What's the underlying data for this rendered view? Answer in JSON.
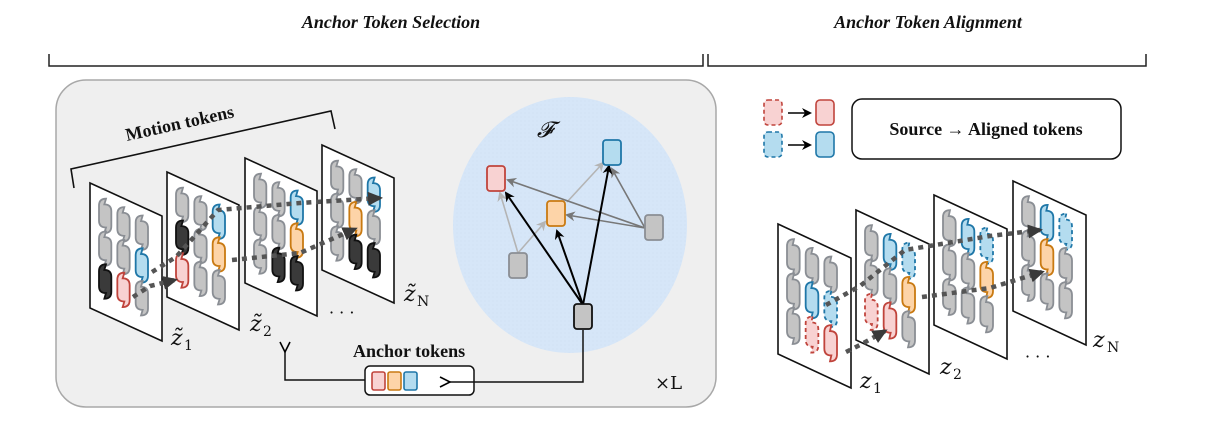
{
  "sections": {
    "selection_title": "Anchor Token Selection",
    "alignment_title": "Anchor Token Alignment"
  },
  "selection": {
    "motion_tokens_label": "Motion tokens",
    "anchor_tokens_label": "Anchor tokens",
    "repeat_label": "×L",
    "graph_label": "𝓕",
    "frame_labels": [
      {
        "base": "z̃",
        "sub": "1"
      },
      {
        "base": "z̃",
        "sub": "2"
      },
      {
        "base": "z̃",
        "sub": "N"
      }
    ],
    "ellipsis": "· · ·",
    "frames": [
      [
        [
          "gray",
          "gray",
          "gray"
        ],
        [
          "gray",
          "gray",
          "blue"
        ],
        [
          "dark",
          "red",
          "gray"
        ]
      ],
      [
        [
          "gray",
          "gray",
          "blue"
        ],
        [
          "dark",
          "gray",
          "orange"
        ],
        [
          "red",
          "gray",
          "gray"
        ]
      ],
      [
        [
          "gray",
          "gray",
          "blue"
        ],
        [
          "gray",
          "gray",
          "orange"
        ],
        [
          "gray",
          "dark",
          "dark"
        ]
      ],
      [
        [
          "gray",
          "gray",
          "blue"
        ],
        [
          "gray",
          "orange",
          "gray"
        ],
        [
          "gray",
          "dark",
          "dark"
        ]
      ]
    ],
    "anchor_set": [
      "red",
      "orange",
      "blue"
    ]
  },
  "alignment": {
    "legend_label": "Source → Aligned tokens",
    "legend_pairs": [
      {
        "from": "red-dashed",
        "to": "red"
      },
      {
        "from": "blue-dashed",
        "to": "blue"
      }
    ],
    "frame_labels": [
      {
        "base": "z",
        "sub": "1"
      },
      {
        "base": "z",
        "sub": "2"
      },
      {
        "base": "z",
        "sub": "N"
      }
    ],
    "ellipsis": "· · ·",
    "frames": [
      [
        [
          "gray",
          "gray",
          "gray"
        ],
        [
          "gray",
          "blue",
          "blue-dashed"
        ],
        [
          "gray",
          "red-dashed",
          "red"
        ]
      ],
      [
        [
          "gray",
          "blue",
          "blue-dashed"
        ],
        [
          "gray",
          "gray",
          "orange"
        ],
        [
          "red-dashed",
          "red",
          "gray"
        ]
      ],
      [
        [
          "gray",
          "blue",
          "blue-dashed"
        ],
        [
          "gray",
          "gray",
          "orange"
        ],
        [
          "gray",
          "gray",
          "gray"
        ]
      ],
      [
        [
          "gray",
          "blue",
          "blue-dashed"
        ],
        [
          "gray",
          "orange",
          "gray"
        ],
        [
          "gray",
          "gray",
          "gray"
        ]
      ]
    ]
  },
  "colors": {
    "panel_bg": "#efefef",
    "panel_border": "#a8a8a8",
    "ellipse_bg": "#d6e6f8",
    "gray_fill": "#c4c4c4",
    "gray_stroke": "#8a8e94",
    "dark_fill": "#3a3a3a",
    "red_fill": "#f8d2d2",
    "red_stroke": "#c0443c",
    "blue_fill": "#b4dcef",
    "blue_stroke": "#1f77a8",
    "orange_fill": "#fdd4a8",
    "orange_stroke": "#c97a12",
    "path_dots": "#555555"
  }
}
